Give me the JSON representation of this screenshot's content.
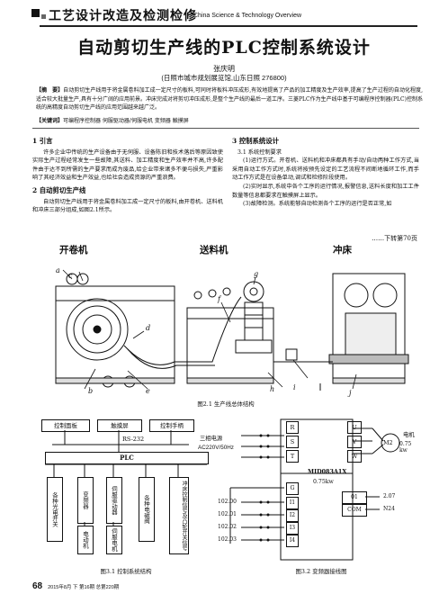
{
  "header": {
    "section_cn": "工艺设计改造及检测检修",
    "section_en": "China Science & Technology Overview"
  },
  "article": {
    "title": "自动剪切生产线的PLC控制系统设计",
    "author": "张庆明",
    "affiliation": "(日照市城市规划展览馆,山东日照 276800)",
    "abstract_label": "【摘　要】",
    "abstract_text": "自动剪切生产线用于将金属卷料加工成一定尺寸的板料,可同时将板料冲压成形,有效地提高了产品的加工精度及生产效率,提高了生产过程的自动化程度,适合较大批量生产,具有十分广阔的应用前景。冲床完成对将剪切冲压成形,是整个生产线的最后一道工序。三菱PLC作为生产线中基于可编程序控制器(PLC)控制系统的高精度自动剪切生产线的应用范围越来越广泛。",
    "keywords_label": "【关键词】",
    "keywords_text": "可编程序控制器 伺服驱动器/伺服电机 变频器 触摸屏"
  },
  "body": {
    "s1_heading": "1 引言",
    "s1_text": "许多企业中传统的生产设备由于无伺服、设备陈旧和技术落后等原因致使实际生产过程经常发生一些故障,其送料、加工精度和生产效率并不高,许多配件由于达不到所需的生产要求而成为废品,给企业带来诸多不便与损失,严重影响了其经济效益和生产效益,也给社会造成资源的严重浪费。",
    "s2_heading": "2 自动剪切生产线",
    "s2_text": "自动剪切生产线用于将金属卷料加工成一定尺寸的板料,由开卷机、送料机和冲床三部分组成,如图2.1所示。",
    "s3_heading": "3 控制系统设计",
    "s31_heading": "3.1 系统控制要求",
    "s31_p1": "(1)运行方式。开卷机、送料机和冲床都具有手动/自动两种工作方式,当采用自动工作方式时,系统将按预先设定的工艺流程不间断地循环工作,而手动工作方式是在设备单动,调试和检修阶段使用。",
    "s31_p2": "(2)实时显示,系统中各个工序的运行情况,报警信息,送料长度和加工工件数量等信息都要求在触摸屏上显示。",
    "s31_p3": "(3)故障检测。系统能够自动检测各个工序的运行是否正常,如",
    "continued": "……下转第70页"
  },
  "figure21": {
    "label_uncoiler": "开卷机",
    "label_feeder": "送料机",
    "label_press": "冲床",
    "letters": [
      "a",
      "b",
      "c",
      "d",
      "e",
      "f",
      "g",
      "h",
      "i",
      "j"
    ],
    "caption": "图2.1 生产线总体结构"
  },
  "figure31": {
    "top_boxes": [
      "控制面板",
      "触摸屏",
      "控制手柄"
    ],
    "bus": "RS-232",
    "plc": "PLC",
    "bottom_boxes": [
      "各种光电开关",
      "变频器",
      "伺服驱动器",
      "各种电磁阀",
      "冲床控制信号及凸轮开关信号"
    ],
    "sub_boxes": [
      "电动机",
      "伺服电机"
    ],
    "caption": "图3.1 控制系统结构"
  },
  "figure32": {
    "supply_line1": "三相电源",
    "supply_line2": "AC220V/50Hz",
    "inputs": [
      "R",
      "S",
      "T"
    ],
    "outputs": [
      "U",
      "V",
      "W"
    ],
    "motor": "M2",
    "motor_label": "电机",
    "motor_power": "0.75 kw",
    "model": "MID083A1X",
    "model_power": "0.75kw",
    "g_label": "G",
    "ctrl_inputs": [
      "I1",
      "I2",
      "I3",
      "I4"
    ],
    "plc_addrs": [
      "102.00",
      "102.01",
      "102.02",
      "102.03"
    ],
    "relay_labels": [
      "01",
      "COM"
    ],
    "relay_outs": [
      "2.07",
      "N24"
    ],
    "caption": "图3.2 变频器接线图"
  },
  "footer": {
    "page": "68",
    "meta": "2015年8月 下 第16期 总第220期"
  }
}
